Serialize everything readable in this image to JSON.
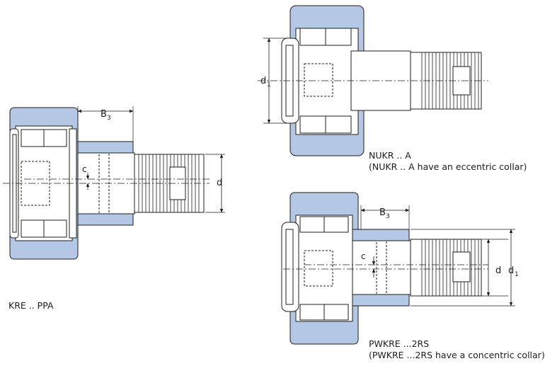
{
  "drawings": {
    "kre": {
      "caption": "KRE .. PPA",
      "dims": {
        "width": "B",
        "width_sub": "3",
        "eccentricity": "c",
        "diameter": "d"
      }
    },
    "nukre": {
      "caption": "NUKR .. A",
      "note": "(NUKR .. A have an eccentric collar)",
      "dims": {
        "collar": "d",
        "collar_sub": "1"
      }
    },
    "pwkre": {
      "caption": "PWKRE ...2RS",
      "note": "(PWKRE ...2RS have a concentric collar)",
      "dims": {
        "width": "B",
        "width_sub": "3",
        "eccentricity": "c",
        "diameter": "d",
        "collar": "d",
        "collar_sub": "1"
      }
    }
  },
  "colors": {
    "fill": "#b4c8e6",
    "line": "#1d1d1b"
  }
}
